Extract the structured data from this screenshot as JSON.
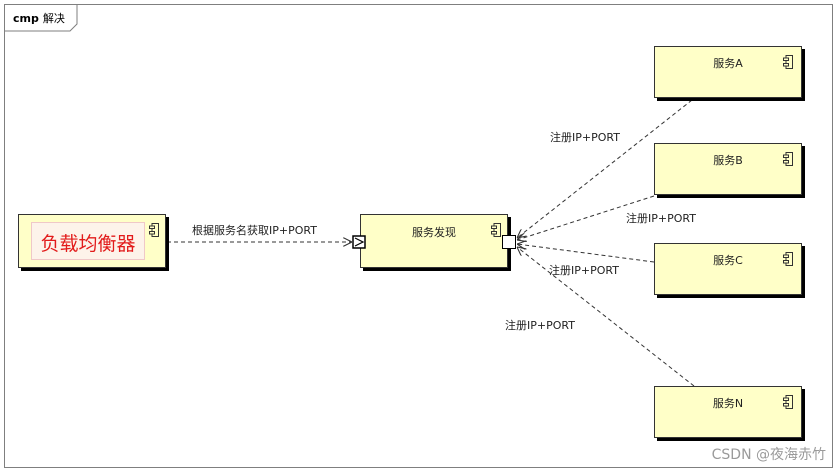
{
  "frame": {
    "keyword": "cmp",
    "title": "解决"
  },
  "components": {
    "load_balancer": {
      "label": "负载均衡器"
    },
    "discovery": {
      "label": "服务发现"
    },
    "service_a": {
      "label": "服务A"
    },
    "service_b": {
      "label": "服务B"
    },
    "service_c": {
      "label": "服务C"
    },
    "service_n": {
      "label": "服务N"
    }
  },
  "edges": {
    "lb_to_discovery": "根据服务名获取IP+PORT",
    "a_register": "注册IP+PORT",
    "b_register": "注册IP+PORT",
    "c_register": "注册IP+PORT",
    "n_register": "注册IP+PORT"
  },
  "watermark": "CSDN @夜海赤竹"
}
